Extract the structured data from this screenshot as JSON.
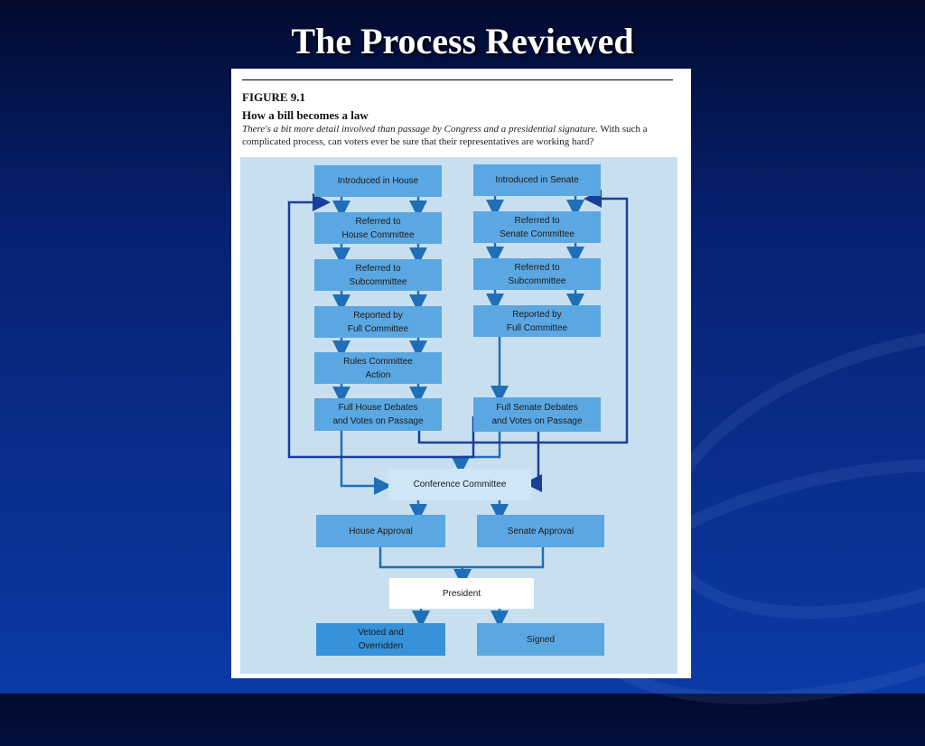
{
  "slide": {
    "title": "The Process Reviewed"
  },
  "figure": {
    "number": "FIGURE 9.1",
    "title": "How a bill becomes a law",
    "caption_italic": "There's a bit more detail involved than passage by Congress and a presidential signature.",
    "caption_rest": "With such a complicated process, can voters ever be sure that their representatives are working hard?"
  },
  "house": {
    "introduced": "Introduced in House",
    "referred_committee_1": "Referred to",
    "referred_committee_2": "House Committee",
    "referred_sub_1": "Referred to",
    "referred_sub_2": "Subcommittee",
    "reported_1": "Reported by",
    "reported_2": "Full Committee",
    "rules_1": "Rules Committee",
    "rules_2": "Action",
    "debate_1": "Full House Debates",
    "debate_2": "and Votes on Passage"
  },
  "senate": {
    "introduced": "Introduced in Senate",
    "referred_committee_1": "Referred to",
    "referred_committee_2": "Senate Committee",
    "referred_sub_1": "Referred to",
    "referred_sub_2": "Subcommittee",
    "reported_1": "Reported by",
    "reported_2": "Full Committee",
    "debate_1": "Full Senate Debates",
    "debate_2": "and Votes on Passage"
  },
  "final": {
    "conference": "Conference Committee",
    "house_approval": "House Approval",
    "senate_approval": "Senate Approval",
    "president": "President",
    "vetoed_1": "Vetoed and",
    "vetoed_2": "Overridden",
    "signed": "Signed"
  },
  "colors": {
    "box": "#5ba7e2",
    "arrow": "#1f6fb8",
    "dark_line": "#1a3f9a",
    "background": "#c8dff0"
  }
}
